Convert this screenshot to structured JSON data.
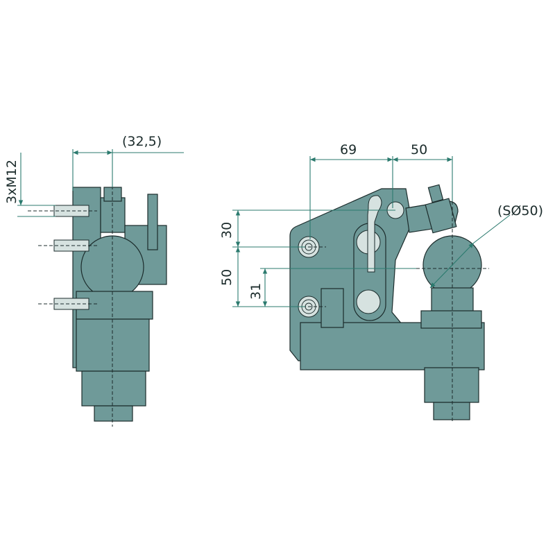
{
  "drawing": {
    "side_view": {
      "dim_offset": "(32,5)",
      "thread_label": "3xM12"
    },
    "front_view": {
      "dim_width_left": "69",
      "dim_width_right": "50",
      "ball_diameter": "(SØ50)",
      "dim_height_upper": "30",
      "dim_height_total": "50",
      "dim_height_inner": "31"
    },
    "colors": {
      "part": "#6f9a99",
      "dimension": "#2b7a6e",
      "outline": "#1b2b2b"
    }
  }
}
